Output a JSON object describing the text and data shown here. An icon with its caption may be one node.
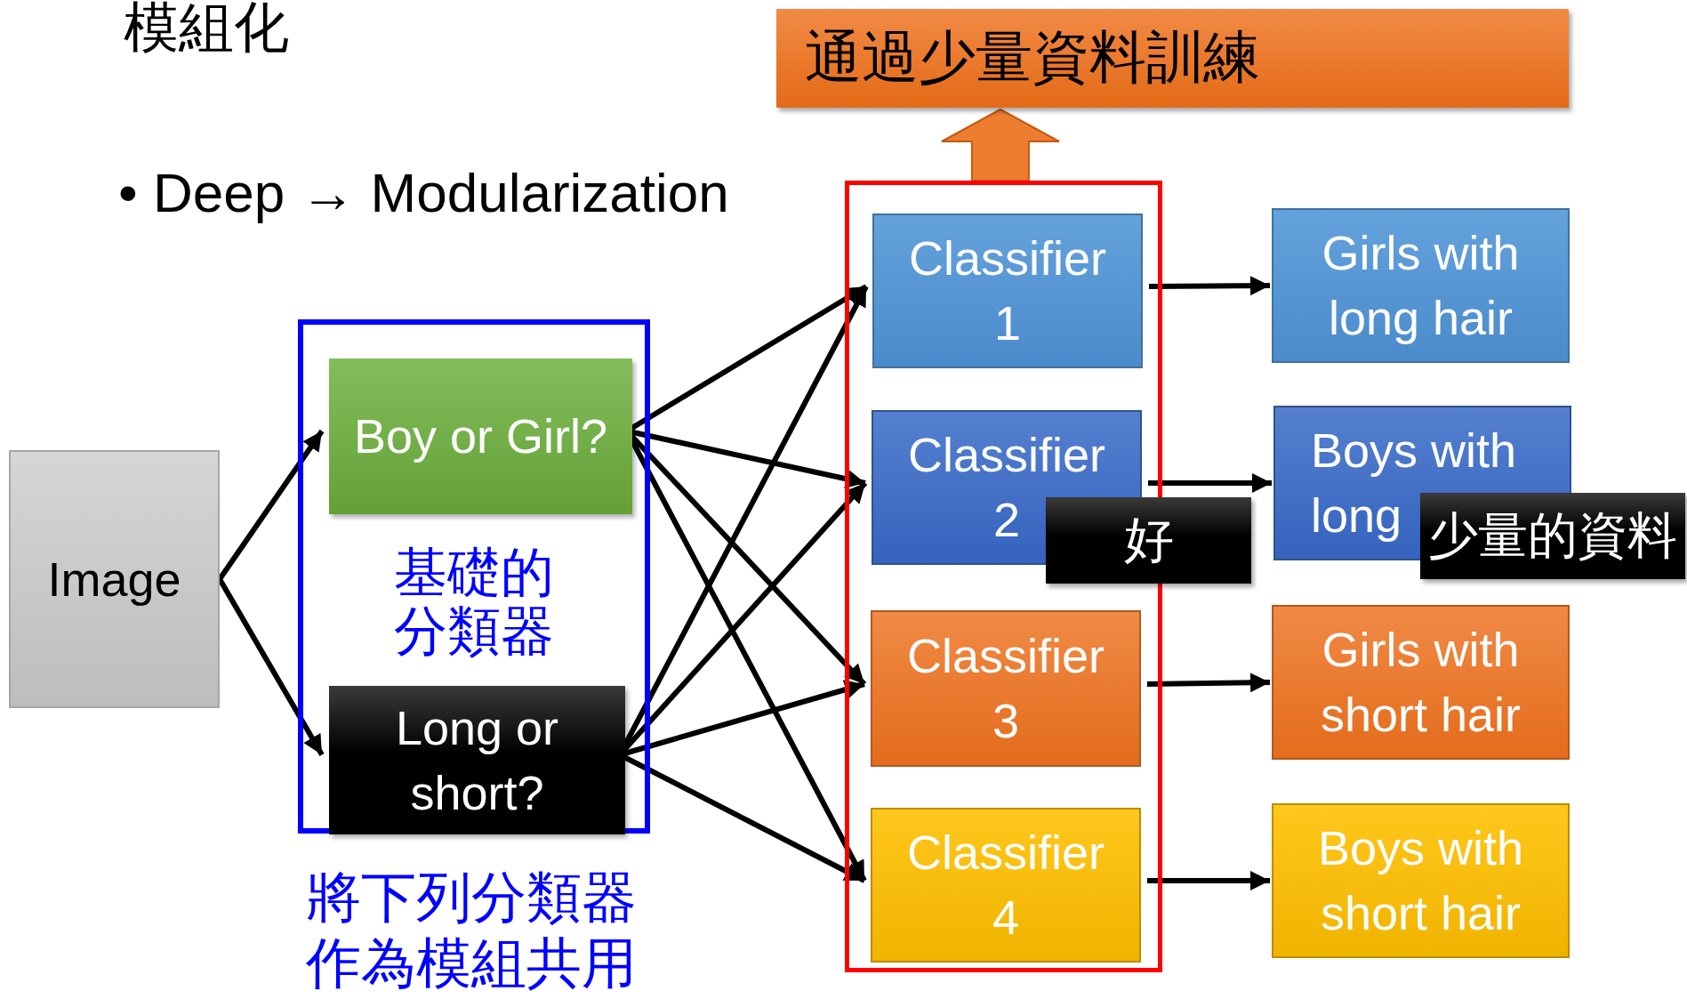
{
  "diagram": {
    "title": "模組化",
    "nodes": [
      {
        "text": [
          "通過少量資料訓練"
        ]
      },
      {
        "text": [
          "Image"
        ]
      },
      {
        "text": [
          "基礎的分類器"
        ],
        "beside": [
          "將下列分類器作為模組共用"
        ]
      },
      {
        "text": [
          "Boy or Girl?"
        ],
        "in": 2
      },
      {
        "text": [
          "Long or short?"
        ],
        "in": 2
      },
      {
        "text": [],
        "shape": "box"
      },
      {
        "text": [
          "Classifier 1"
        ],
        "in": 5
      },
      {
        "text": [
          "Classifier 2"
        ],
        "in": 5
      },
      {
        "text": [
          "Classifier 3"
        ],
        "in": 5
      },
      {
        "text": [
          "Classifier 4"
        ],
        "in": 5
      },
      {
        "text": [
          "Girls with long hair"
        ]
      },
      {
        "text": [
          "Boys with long"
        ]
      },
      {
        "text": [
          "Girls with short hair"
        ]
      },
      {
        "text": [
          "Boys with short hair"
        ]
      },
      {
        "text": [
          "好"
        ]
      },
      {
        "text": [
          "少量的資料"
        ]
      }
    ],
    "edges": [
      {
        "from": 5,
        "to": 0,
        "arrow": "to",
        "style": "thick",
        "color": "#ed7d31"
      },
      {
        "from": 1,
        "to": 3,
        "arrow": "to"
      },
      {
        "from": 1,
        "to": 4,
        "arrow": "to"
      },
      {
        "from": 3,
        "to": 6,
        "arrow": "to"
      },
      {
        "from": 3,
        "to": 7,
        "arrow": "to"
      },
      {
        "from": 3,
        "to": 8,
        "arrow": "to"
      },
      {
        "from": 3,
        "to": 9,
        "arrow": "to"
      },
      {
        "from": 4,
        "to": 6,
        "arrow": "to"
      },
      {
        "from": 4,
        "to": 7,
        "arrow": "to"
      },
      {
        "from": 4,
        "to": 8,
        "arrow": "to"
      },
      {
        "from": 4,
        "to": 9,
        "arrow": "to"
      },
      {
        "from": 6,
        "to": 10,
        "arrow": "to"
      },
      {
        "from": 7,
        "to": 11,
        "arrow": "to"
      },
      {
        "from": 8,
        "to": 12,
        "arrow": "to"
      },
      {
        "from": 9,
        "to": 13,
        "arrow": "to"
      }
    ],
    "labels": [
      "• Deep → Modularization"
    ]
  }
}
